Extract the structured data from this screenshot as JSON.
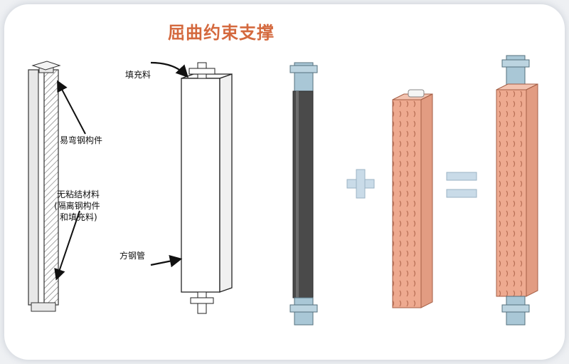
{
  "title": "屈曲约束支撑",
  "labels": {
    "core": "易弯钢构件",
    "unbond_1": "无粘结材料",
    "unbond_2": "(隔离钢构件",
    "unbond_3": "和填充料)",
    "filler": "填充料",
    "tube": "方钢管"
  },
  "symbols": {
    "plus": "plus-sign",
    "equals": "equals-sign"
  },
  "colors": {
    "title": "#d4693e",
    "steel_blue": "#a9c7d6",
    "tube_pink": "#eeaa90",
    "symbol_blue": "#c9dbe8"
  }
}
